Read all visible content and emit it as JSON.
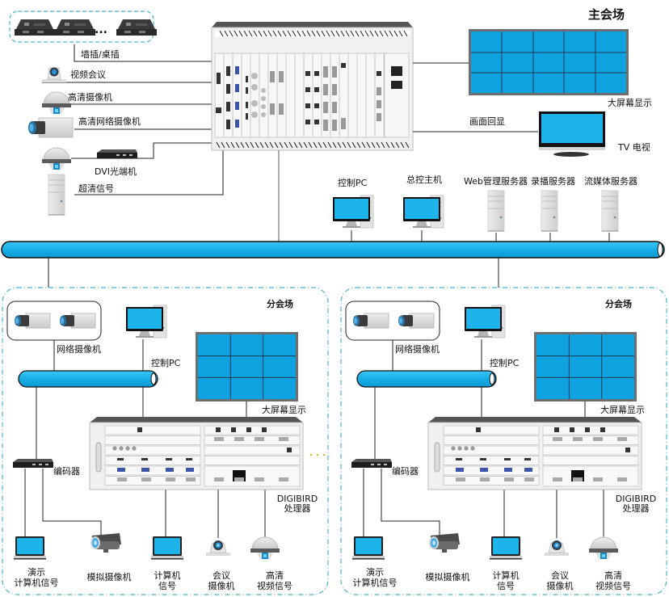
{
  "main_venue": {
    "title": "主会场",
    "inputs": {
      "wall_desk_socket": "墙插/桌插",
      "ellipsis": "...",
      "video_conference": "视频会议",
      "hd_camera": "高清摄像机",
      "hd_network_camera": "高清网络摄像机",
      "dvi_optical": "DVI光端机",
      "uhd_signal": "超清信号"
    },
    "outputs": {
      "video_wall": "大屏幕显示",
      "echo": "画面回显",
      "tv": "TV 电视"
    },
    "network": {
      "control_pc": "控制PC",
      "master_host": "总控主机",
      "web_server": "Web管理服务器",
      "record_server": "录播服务器",
      "stream_server": "流媒体服务器"
    },
    "video_wall_grid": {
      "rows": 3,
      "cols": 5
    }
  },
  "sub_venues": [
    {
      "title": "分会场",
      "network_camera": "网络摄像机",
      "control_pc": "控制PC",
      "video_wall": "大屏幕显示",
      "encoder": "编码器",
      "processor_line1": "DIGIBIRD",
      "processor_line2": "处理器",
      "devices": [
        {
          "line1": "演示",
          "line2": "计算机信号"
        },
        {
          "line1": "模拟摄像机",
          "line2": ""
        },
        {
          "line1": "计算机",
          "line2": "信号"
        },
        {
          "line1": "会议",
          "line2": "摄像机"
        },
        {
          "line1": "高清",
          "line2": "视频信号"
        }
      ],
      "video_wall_grid": {
        "rows": 3,
        "cols": 3
      }
    },
    {
      "title": "分会场",
      "network_camera": "网络摄像机",
      "control_pc": "控制PC",
      "video_wall": "大屏幕显示",
      "encoder": "编码器",
      "processor_line1": "DIGIBIRD",
      "processor_line2": "处理器",
      "devices": [
        {
          "line1": "演示",
          "line2": "计算机信号"
        },
        {
          "line1": "模拟摄像机",
          "line2": ""
        },
        {
          "line1": "计算机",
          "line2": "信号"
        },
        {
          "line1": "会议",
          "line2": "摄像机"
        },
        {
          "line1": "高清",
          "line2": "视频信号"
        }
      ],
      "video_wall_grid": {
        "rows": 3,
        "cols": 3
      }
    }
  ],
  "colors": {
    "screen_blue": "#1cb4ea",
    "wall_blue": "#0ea2e0",
    "pipe_blue": "#22b8f0",
    "dashed_border": "#4ab4d2",
    "device_gray": "#d9d9d9",
    "frame_gray": "#6e6e6e"
  }
}
